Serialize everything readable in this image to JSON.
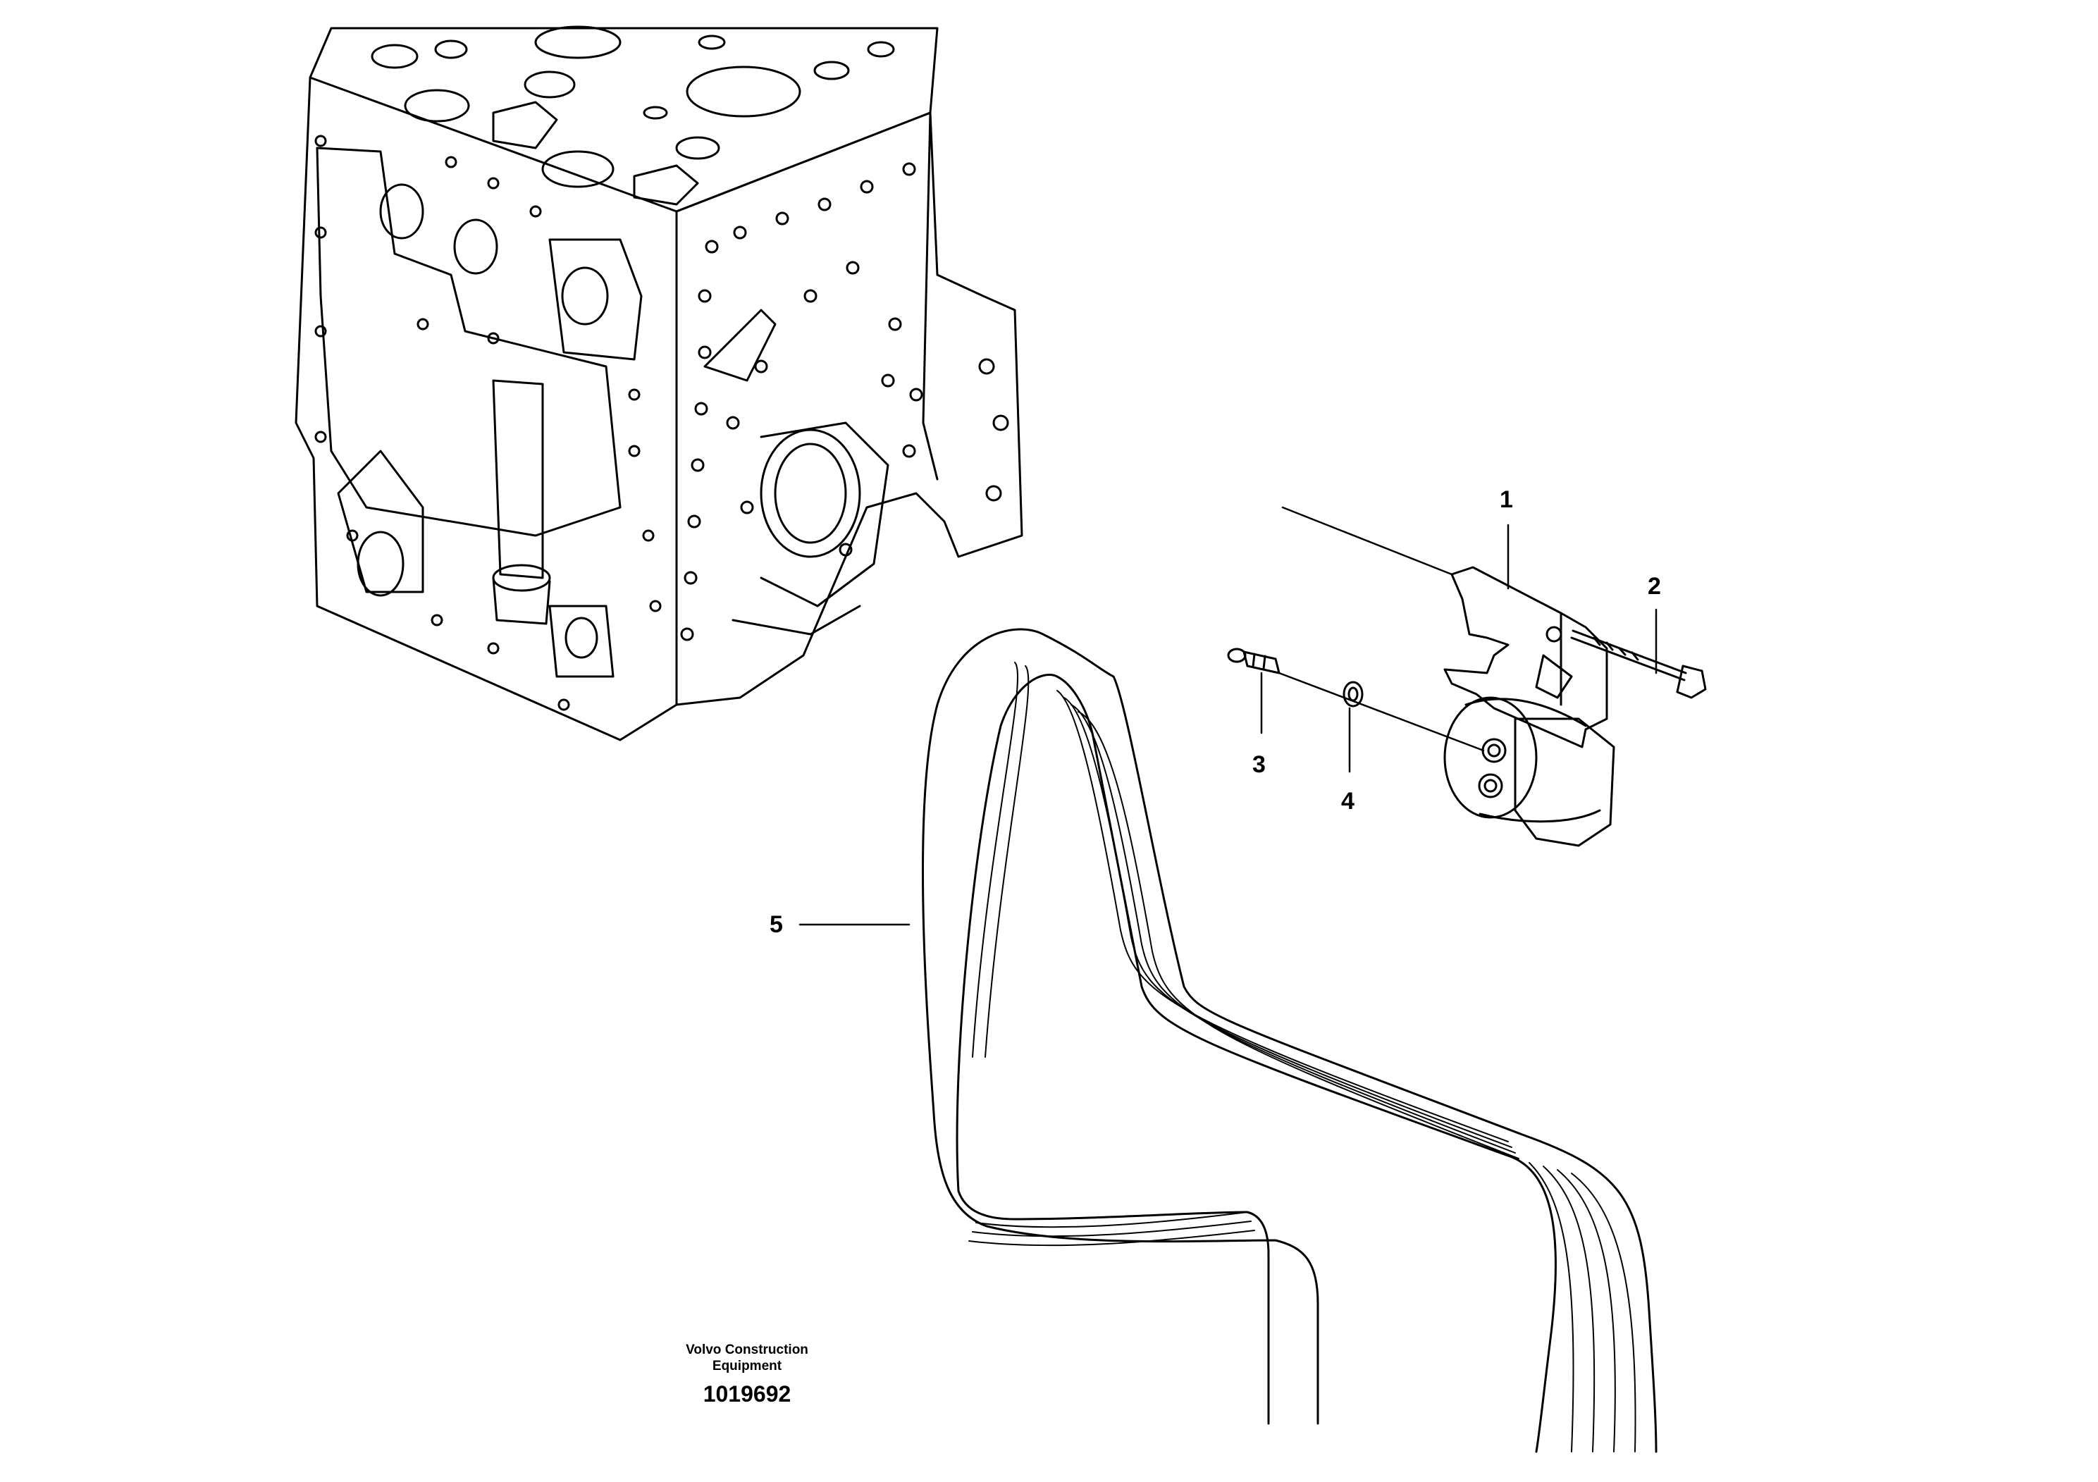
{
  "callouts": {
    "c1": "1",
    "c2": "2",
    "c3": "3",
    "c4": "4",
    "c5": "5"
  },
  "footer": {
    "company_line1": "Volvo Construction",
    "company_line2": "Equipment",
    "drawing_number": "1019692"
  },
  "parts": [
    {
      "item": "1",
      "name": "belt-tensioner"
    },
    {
      "item": "2",
      "name": "bolt"
    },
    {
      "item": "3",
      "name": "grease-nipple"
    },
    {
      "item": "4",
      "name": "washer"
    },
    {
      "item": "5",
      "name": "v-ribbed-belt"
    }
  ],
  "colors": {
    "line": "#000000",
    "background": "#ffffff"
  }
}
